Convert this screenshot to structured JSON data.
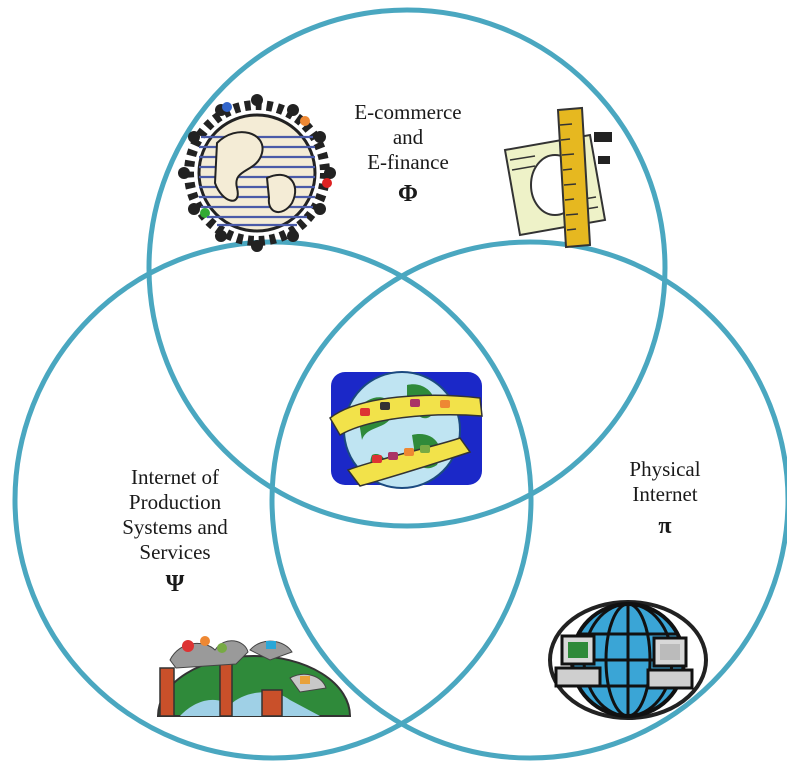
{
  "diagram": {
    "ring_color": "#4aa7c0",
    "circles": {
      "top": {
        "lines": [
          "E-commerce",
          "and",
          "E-finance"
        ],
        "symbol": "Φ",
        "icons": [
          "globe-people-icon",
          "money-ruler-icon"
        ]
      },
      "left": {
        "lines": [
          "Internet of",
          "Production",
          "Systems and",
          "Services"
        ],
        "symbol": "Ψ",
        "icons": [
          "factory-globe-icon"
        ]
      },
      "right": {
        "lines": [
          "Physical",
          "Internet"
        ],
        "symbol": "π",
        "icons": [
          "networked-globe-computers-icon"
        ]
      }
    },
    "center_icon": "globe-conveyor-icon"
  }
}
